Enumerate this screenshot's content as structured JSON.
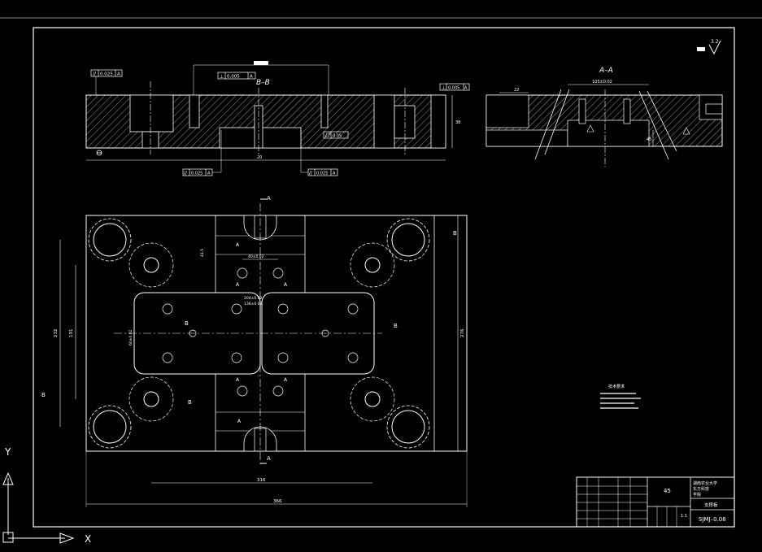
{
  "drawing": {
    "colors": {
      "background": "#000000",
      "line": "#ffffff",
      "hatch": "#bfbfbf",
      "hidden": "#d9d9d9"
    },
    "section_bb": {
      "label": "B–B"
    },
    "section_aa": {
      "label": "A–A",
      "dim_top": "105±0.02",
      "dim_left": "22",
      "dim_right": "45"
    },
    "cutting_plane_a": "A",
    "cutting_plane_b": "B",
    "roughness_value": "3.2",
    "gdt": {
      "parallel_1": "0.025",
      "parallel_2": "0.025",
      "parallel_3": "0.025",
      "perp_1": "0.005",
      "perp_2": "0.005",
      "flat_1": "0.05",
      "datum": "A"
    },
    "dims": {
      "overall_width": "366",
      "inner_width": "316",
      "overall_height": "276",
      "left_height_1": "232",
      "left_height_2": "191",
      "bottom_height_bb": "20",
      "right_height_bb": "38",
      "pitch_top": "40±0.02",
      "pitch_mid_1": "204±0.02",
      "pitch_mid_2": "136±0.02",
      "mid_vertical": "60±0.02",
      "top_small": "41.5"
    },
    "notes": {
      "title": "技术要求"
    },
    "title_block": {
      "material": "45",
      "school_line_1": "湖南农业大学",
      "school_line_2": "东方科技",
      "school_line_3": "学院",
      "part_name": "支撑板",
      "drawing_no": "SJMJ–0.08",
      "scale": "1:1"
    },
    "ucs": {
      "x_label": "X",
      "y_label": "Y"
    }
  }
}
